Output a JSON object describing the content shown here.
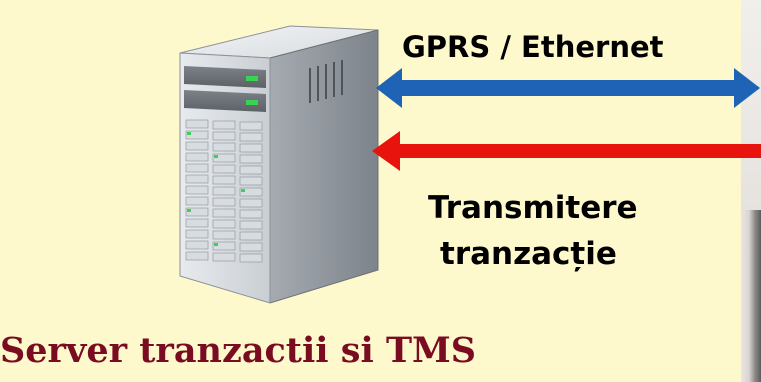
{
  "diagram": {
    "link_label": "GPRS / Ethernet",
    "transmit_label_line1": "Transmitere",
    "transmit_label_line2": "tranzacție",
    "caption": "Server tranzactii si TMS"
  },
  "colors": {
    "background": "#fdf9cc",
    "bidirectional_arrow": "#1e63b5",
    "transmit_arrow": "#e8130c",
    "caption_text": "#7a0c22"
  }
}
